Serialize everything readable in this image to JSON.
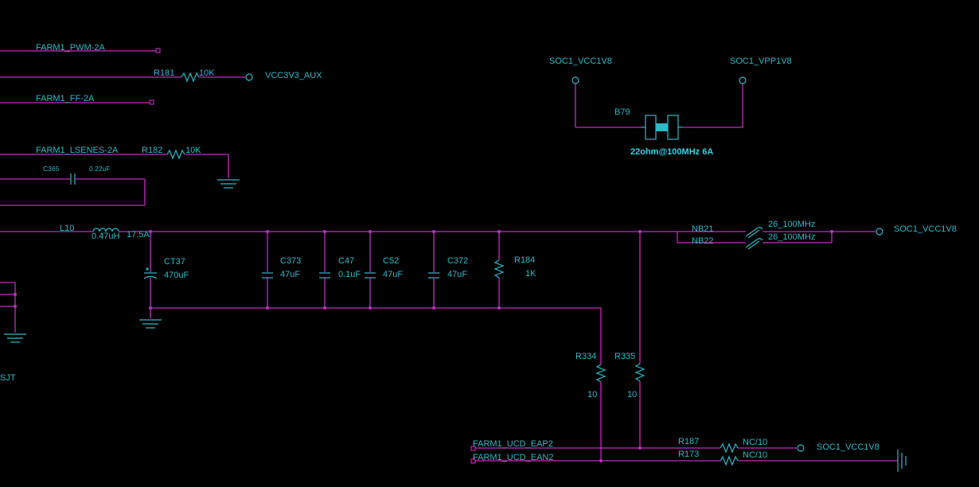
{
  "nets": {
    "farm1_pwm": "FARM1_PWM-2A",
    "vcc3v3_aux": "VCC3V3_AUX",
    "farm1_ff": "FARM1_FF-2A",
    "farm1_lsenes": "FARM1_LSENES-2A",
    "soc1_vcc1v8": "SOC1_VCC1V8",
    "soc1_vpp1v8": "SOC1_VPP1V8",
    "farm1_ucd_eap2": "FARM1_UCD_EAP2",
    "farm1_ucd_ean2": "FARM1_UCD_EAN2"
  },
  "parts": {
    "r181": {
      "ref": "R181",
      "value": "10K"
    },
    "r182": {
      "ref": "R182",
      "value": "10K"
    },
    "c365": {
      "ref": "C365",
      "value": "0.22uF"
    },
    "l10": {
      "ref": "L10",
      "value": "0.47uH",
      "current": "17.5A"
    },
    "ct37": {
      "ref": "CT37",
      "value": "470uF"
    },
    "c373": {
      "ref": "C373",
      "value": "47uF"
    },
    "c47": {
      "ref": "C47",
      "value": "0.1uF"
    },
    "c52": {
      "ref": "C52",
      "value": "47uF"
    },
    "c372": {
      "ref": "C372",
      "value": "47uF"
    },
    "r184": {
      "ref": "R184",
      "value": "1K"
    },
    "r334": {
      "ref": "R334",
      "value": "10"
    },
    "r335": {
      "ref": "R335",
      "value": "10"
    },
    "nb21": {
      "ref": "NB21",
      "value": "26_100MHz"
    },
    "nb22": {
      "ref": "NB22",
      "value": "26_100MHz"
    },
    "b79": {
      "ref": "B79",
      "value": "22ohm@100MHz 6A"
    },
    "r187": {
      "ref": "R187",
      "value": "NC/10"
    },
    "r173": {
      "ref": "R173",
      "value": "NC/10"
    }
  },
  "fragments": {
    "bottom_left": "SJT"
  },
  "colors": {
    "background": "#000000",
    "wire": "#c02fbf",
    "component": "#2fb9c8"
  }
}
